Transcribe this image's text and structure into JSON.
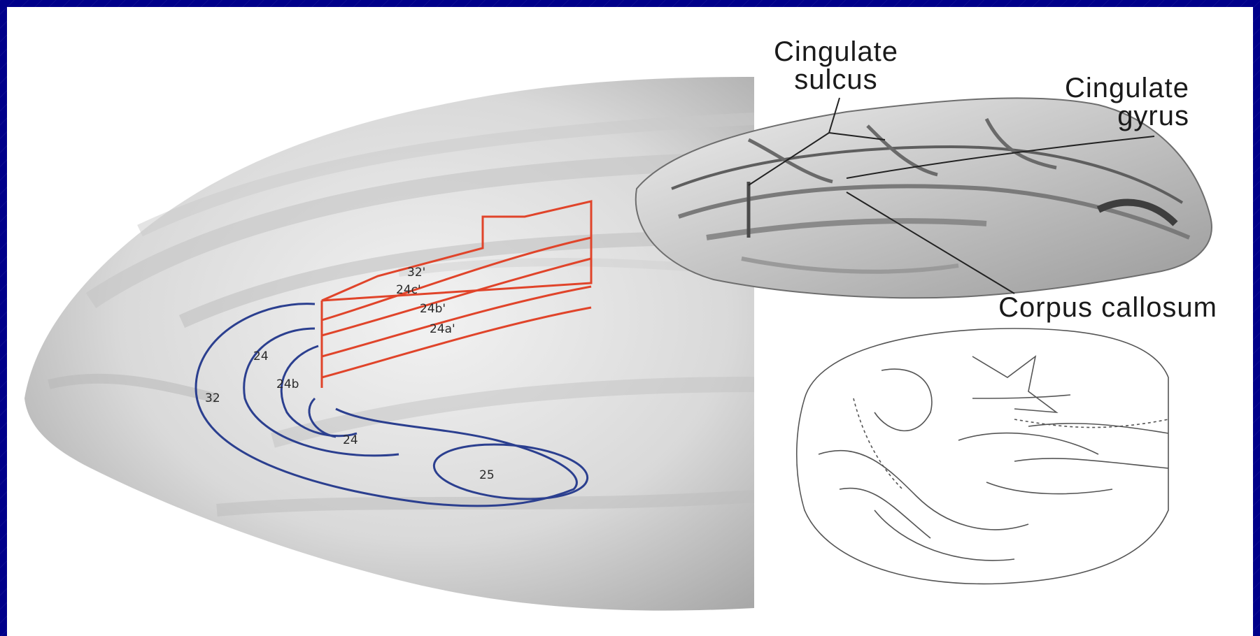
{
  "labels": {
    "cingulate_sulcus": [
      "Cingulate",
      "sulcus"
    ],
    "cingulate_gyrus": [
      "Cingulate",
      "gyrus"
    ],
    "corpus_callosum": "Corpus callosum"
  },
  "areas": {
    "red": [
      "32'",
      "24c'",
      "24b'",
      "24a'"
    ],
    "blue": [
      "32",
      "24",
      "24b",
      "24",
      "25"
    ]
  },
  "colors": {
    "slide_background": "#00008a",
    "red_outline": "#e0442a",
    "blue_outline": "#2b3f8f"
  }
}
